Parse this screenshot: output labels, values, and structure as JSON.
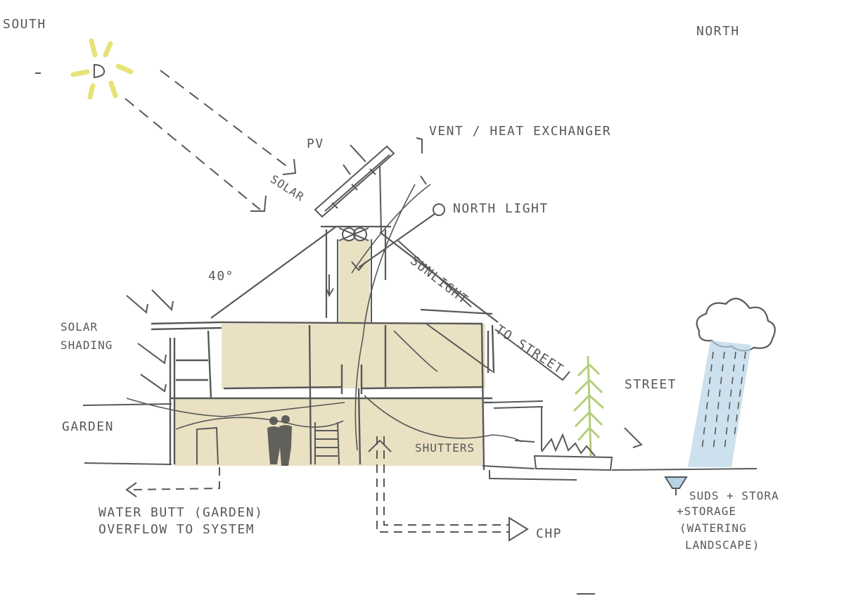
{
  "compass": {
    "south": "SOUTH",
    "north": "NORTH"
  },
  "labels": {
    "pv": "PV",
    "solar": "SOLAR",
    "vent_heat_exchanger": "VENT / HEAT EXCHANGER",
    "north_light": "NORTH LIGHT",
    "angle": "40°",
    "sunlight": "SUNLIGHT",
    "to_street": "TO STREET",
    "solar_shading_1": "SOLAR",
    "solar_shading_2": "SHADING",
    "garden": "GARDEN",
    "street": "STREET",
    "shutters": "SHUTTERS",
    "water_butt_1": "WATER BUTT (GARDEN)",
    "water_butt_2": "OVERFLOW TO SYSTEM",
    "chp": "CHP",
    "suds_1": "SUDS + STORA",
    "suds_2": "+STORAGE",
    "suds_3": "(WATERING",
    "suds_4": "LANDSCAPE)"
  },
  "colors": {
    "ink": "#585858",
    "interior_fill": "#e6dcb8",
    "sun": "#e4e06a",
    "rain": "#b8d3e6",
    "tree": "#c4dc8e",
    "person": "#4a4a4a"
  }
}
